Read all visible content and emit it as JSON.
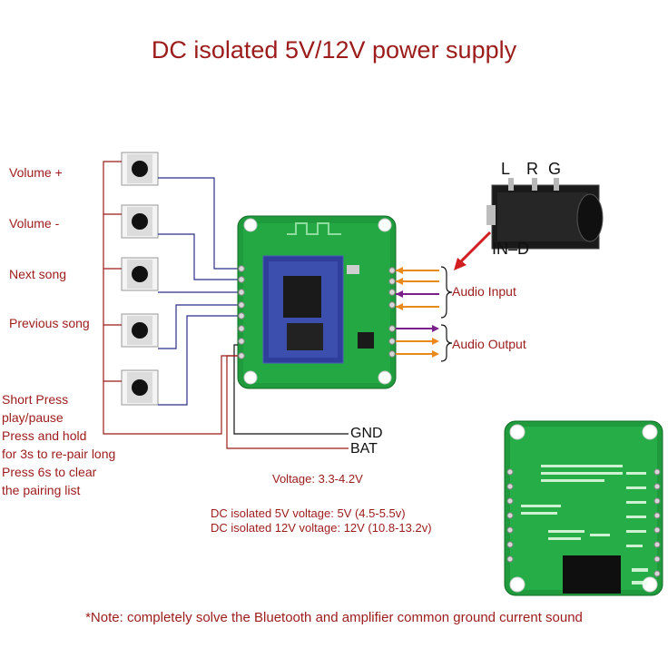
{
  "title": "DC isolated 5V/12V power supply",
  "buttons": [
    {
      "label": "Volume +"
    },
    {
      "label": "Volume -"
    },
    {
      "label": "Next song"
    },
    {
      "label": "Previous song"
    },
    {
      "label": "Short Press\nplay/pause\nPress and hold\nfor 3s to re-pair long\nPress 6s to clear\nthe pairing list"
    }
  ],
  "multifunction_lines": [
    "Short Press",
    "play/pause",
    "Press and hold",
    "for 3s to re-pair long",
    "Press 6s to clear",
    "the pairing list"
  ],
  "audio_input_label": "Audio Input",
  "audio_output_label": "Audio Output",
  "jack": {
    "l": "L",
    "r": "R",
    "g": "G",
    "in_d": "IN–D"
  },
  "power_pins": {
    "gnd": "GND",
    "bat": "BAT"
  },
  "voltage": "Voltage: 3.3-4.2V",
  "dc5v": "DC isolated 5V voltage: 5V (4.5-5.5v)",
  "dc12v": "DC isolated 12V voltage: 12V (10.8-13.2v)",
  "note": "*Note: completely solve the Bluetooth and amplifier common ground current sound",
  "colors": {
    "text_red": "#9c1b1b",
    "pcb_green": "#1f9a3c",
    "wire_blue": "#2b2f8a",
    "wire_orange": "#e8891a",
    "wire_purple": "#7a1f8a"
  }
}
